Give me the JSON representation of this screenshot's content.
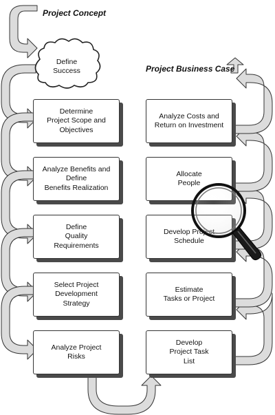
{
  "headings": {
    "concept": "Project Concept",
    "business_case": "Project Business Case"
  },
  "cloud": {
    "label": "Define\nSuccess"
  },
  "left_steps": [
    "Determine\nProject Scope and\nObjectives",
    "Analyze Benefits and\nDefine\nBenefits Realization",
    "Define\nQuality\nRequirements",
    "Select Project\nDevelopment\nStrategy",
    "Analyze Project\nRisks"
  ],
  "right_steps": [
    "Analyze Costs and\nReturn on Investment",
    "Allocate\nPeople",
    "Develop Project\nSchedule",
    "Estimate\nTasks or Project",
    "Develop\nProject Task\nList"
  ],
  "colors": {
    "arrow_fill": "#dcdcdc",
    "outline": "#333333",
    "shadow": "#4a4a4a"
  },
  "icons": [
    "magnifying-glass-icon",
    "cloud-shape"
  ]
}
